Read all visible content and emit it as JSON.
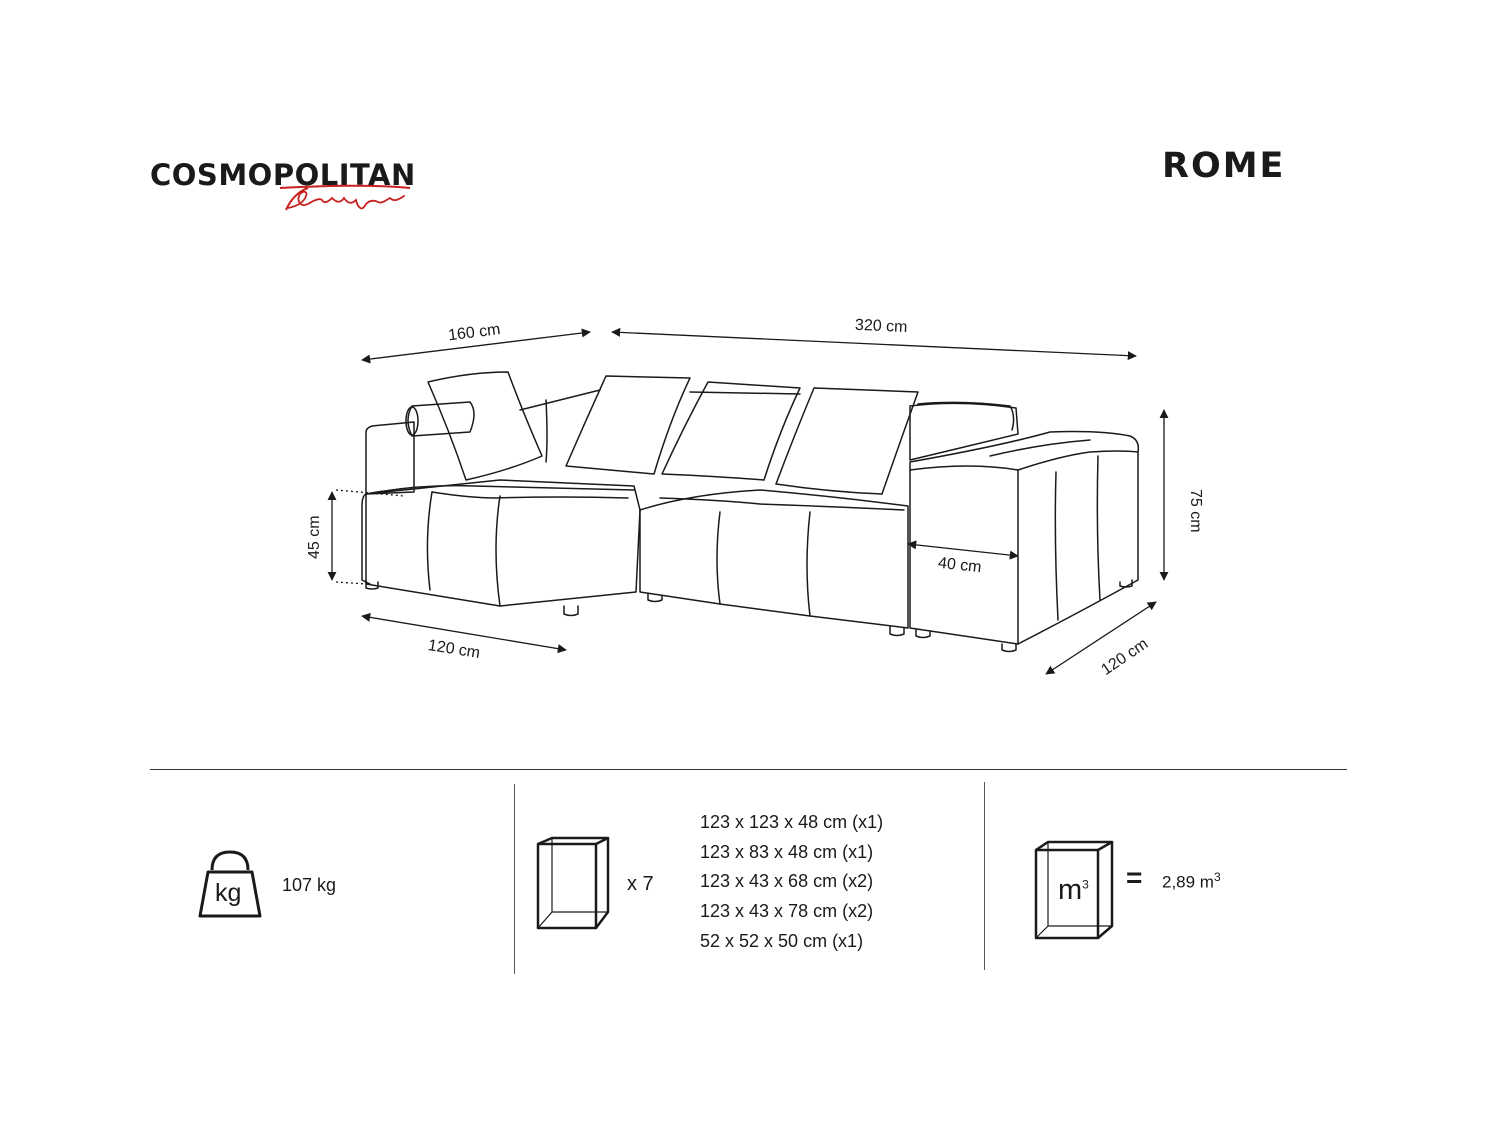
{
  "brand": {
    "name": "COSMOPOLITAN",
    "script": "Design"
  },
  "product": {
    "title": "ROME"
  },
  "dimensions": {
    "chaise_width": "160 cm",
    "sofa_width": "320 cm",
    "height": "75 cm",
    "seat_height": "45 cm",
    "chaise_depth": "120 cm",
    "armrest_width": "40 cm",
    "depth": "120 cm"
  },
  "specs": {
    "weight": {
      "icon": "kg-weight-icon",
      "icon_label": "kg",
      "value": "107 kg"
    },
    "packages": {
      "icon": "box-icon",
      "count": "x 7",
      "items": [
        "123 x 123 x 48 cm (x1)",
        "123 x 83 x 48 cm (x1)",
        "123 x 43 x 68 cm (x2)",
        "123 x 43 x 78 cm (x2)",
        "52 x 52 x 50 cm (x1)"
      ]
    },
    "volume": {
      "icon": "volume-cube-icon",
      "icon_label": "m",
      "icon_sup": "3",
      "equals": "=",
      "value": "2,89 m",
      "value_sup": "3"
    }
  },
  "colors": {
    "ink": "#1a1a1a",
    "brand_accent": "#c8201e"
  }
}
